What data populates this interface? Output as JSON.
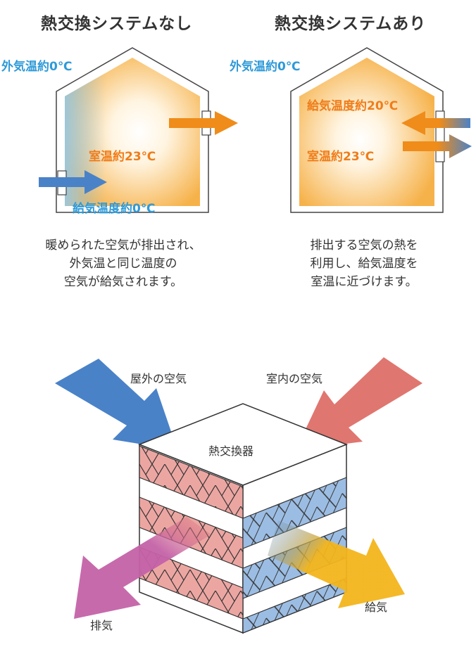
{
  "left_panel": {
    "title": "熱交換システムなし",
    "outside_temp": "外気温約0℃",
    "room_temp": "室温約23℃",
    "supply_temp": "給気温度約0℃",
    "caption": [
      "暖められた空気が排出され、",
      "外気温と同じ温度の",
      "空気が給気されます。"
    ]
  },
  "right_panel": {
    "title": "熱交換システムあり",
    "outside_temp": "外気温約0℃",
    "supply_temp": "給気温度約20℃",
    "room_temp": "室温約23℃",
    "caption": [
      "排出する空気の熱を",
      "利用し、給気温度を",
      "室温に近づけます。"
    ]
  },
  "exchanger": {
    "label": "熱交換器",
    "outdoor_air": "屋外の空気",
    "indoor_air": "室内の空気",
    "exhaust": "排気",
    "supply": "給気"
  },
  "colors": {
    "blue": "#4a82c8",
    "orange": "#ef8c1a",
    "red": "#e07670",
    "purple": "#c462a8",
    "yellow": "#f3b51c"
  }
}
